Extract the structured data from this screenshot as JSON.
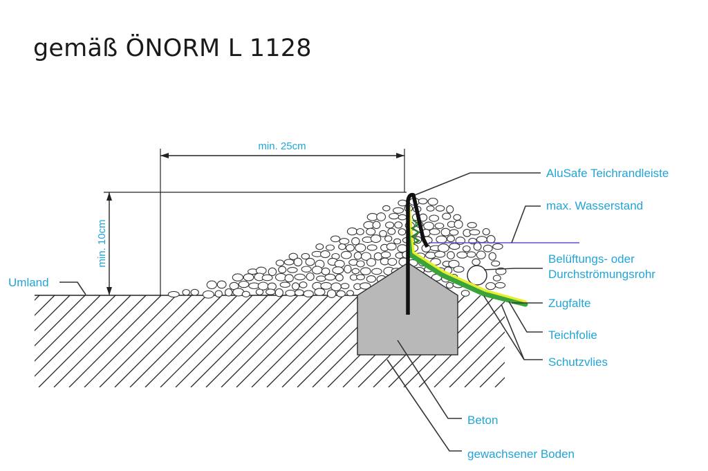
{
  "title": "gemäß ÖNORM L 1128",
  "dimensions": {
    "width_label": "min. 25cm",
    "height_label": "min. 10cm"
  },
  "labels": {
    "umland": "Umland",
    "alusafe": "AluSafe Teichrandleiste",
    "wasserstand": "max. Wasserstand",
    "rohr_line1": "Belüftungs- oder",
    "rohr_line2": "Durchströmungsrohr",
    "zugfalte": "Zugfalte",
    "teichfolie": "Teichfolie",
    "schutzvlies": "Schutzvlies",
    "beton": "Beton",
    "boden": "gewachsener Boden"
  },
  "colors": {
    "label_text": "#21a4d6",
    "beton_fill": "#b8b8b8",
    "vlies_green": "#3aa43a",
    "folie_yellow": "#e8ee2a",
    "water_line": "#5b4fd0",
    "edge_strip": "#111111"
  }
}
